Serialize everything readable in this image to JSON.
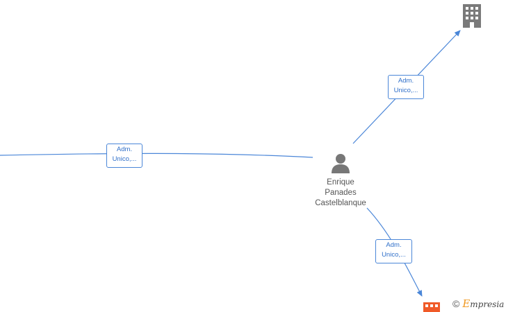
{
  "diagram": {
    "person": {
      "name_lines": [
        "Enrique",
        "Panades",
        "Castelblanque"
      ]
    },
    "edges": [
      {
        "label_lines": [
          "Adm.",
          "Unico,..."
        ]
      },
      {
        "label_lines": [
          "Adm.",
          "Unico,..."
        ]
      },
      {
        "label_lines": [
          "Adm.",
          "Unico,..."
        ]
      }
    ],
    "colors": {
      "edge": "#4a86d8",
      "person_icon": "#777777",
      "building_gray": "#7a7a7a",
      "building_orange": "#f05a28"
    },
    "icons": {
      "person": "person-icon",
      "company_top": "building-icon",
      "company_bottom": "building-icon"
    }
  },
  "brand": {
    "copyright": "©",
    "first_letter": "E",
    "rest": "mpresia"
  }
}
